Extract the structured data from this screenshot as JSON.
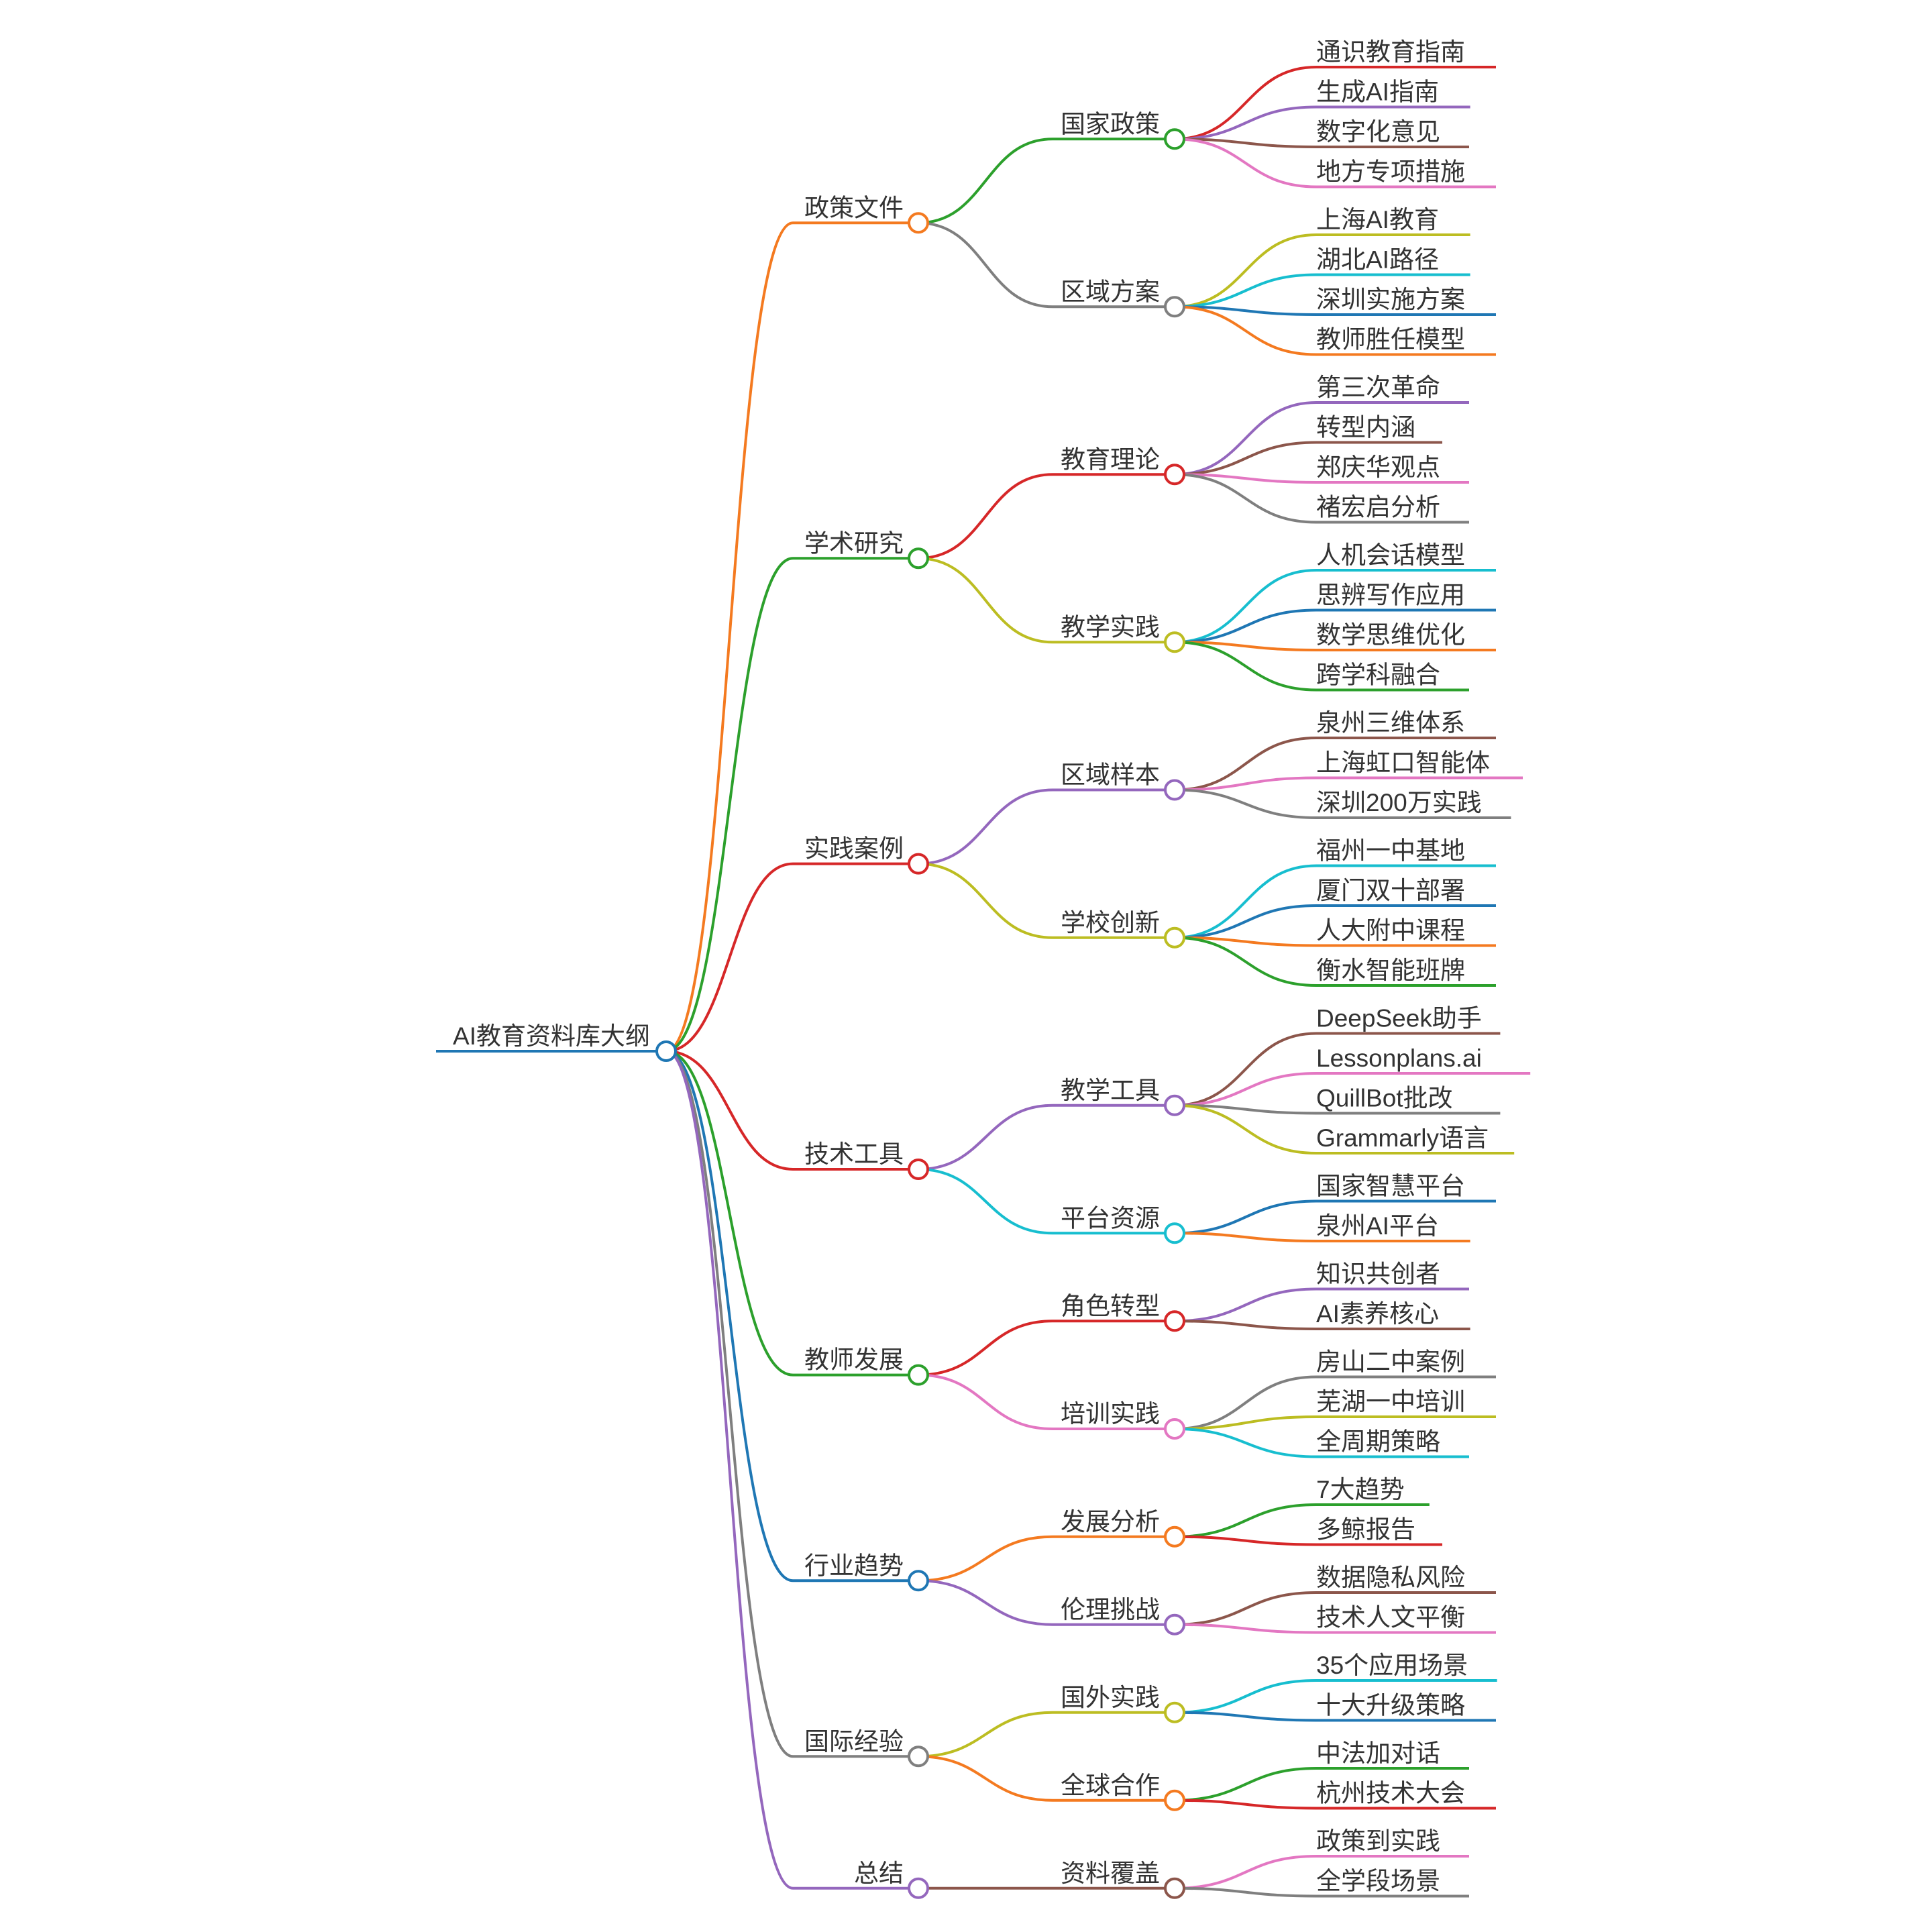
{
  "colors": {
    "orange": "#f47a20",
    "green": "#2ca02c",
    "red": "#d62728",
    "purple": "#9467bd",
    "brown": "#8c564b",
    "pink": "#e377c2",
    "gray": "#7f7f7f",
    "olive": "#bcbd22",
    "cyan": "#17becf",
    "blue": "#1f77b4"
  },
  "mindmap": {
    "label": "AI教育资料库大纲",
    "color": "blue",
    "children": [
      {
        "label": "政策文件",
        "color": "orange",
        "children": [
          {
            "label": "国家政策",
            "color": "green",
            "children": [
              {
                "label": "通识教育指南",
                "color": "red"
              },
              {
                "label": "生成AI指南",
                "color": "purple"
              },
              {
                "label": "数字化意见",
                "color": "brown"
              },
              {
                "label": "地方专项措施",
                "color": "pink"
              }
            ]
          },
          {
            "label": "区域方案",
            "color": "gray",
            "children": [
              {
                "label": "上海AI教育",
                "color": "olive"
              },
              {
                "label": "湖北AI路径",
                "color": "cyan"
              },
              {
                "label": "深圳实施方案",
                "color": "blue"
              },
              {
                "label": "教师胜任模型",
                "color": "orange"
              }
            ]
          }
        ]
      },
      {
        "label": "学术研究",
        "color": "green",
        "children": [
          {
            "label": "教育理论",
            "color": "red",
            "children": [
              {
                "label": "第三次革命",
                "color": "purple"
              },
              {
                "label": "转型内涵",
                "color": "brown"
              },
              {
                "label": "郑庆华观点",
                "color": "pink"
              },
              {
                "label": "褚宏启分析",
                "color": "gray"
              }
            ]
          },
          {
            "label": "教学实践",
            "color": "olive",
            "children": [
              {
                "label": "人机会话模型",
                "color": "cyan"
              },
              {
                "label": "思辨写作应用",
                "color": "blue"
              },
              {
                "label": "数学思维优化",
                "color": "orange"
              },
              {
                "label": "跨学科融合",
                "color": "green"
              }
            ]
          }
        ]
      },
      {
        "label": "实践案例",
        "color": "red",
        "children": [
          {
            "label": "区域样本",
            "color": "purple",
            "children": [
              {
                "label": "泉州三维体系",
                "color": "brown"
              },
              {
                "label": "上海虹口智能体",
                "color": "pink"
              },
              {
                "label": "深圳200万实践",
                "color": "gray"
              }
            ]
          },
          {
            "label": "学校创新",
            "color": "olive",
            "children": [
              {
                "label": "福州一中基地",
                "color": "cyan"
              },
              {
                "label": "厦门双十部署",
                "color": "blue"
              },
              {
                "label": "人大附中课程",
                "color": "orange"
              },
              {
                "label": "衡水智能班牌",
                "color": "green"
              }
            ]
          }
        ]
      },
      {
        "label": "技术工具",
        "color": "red",
        "children": [
          {
            "label": "教学工具",
            "color": "purple",
            "children": [
              {
                "label": "DeepSeek助手",
                "color": "brown"
              },
              {
                "label": "Lessonplans.ai",
                "color": "pink"
              },
              {
                "label": "QuillBot批改",
                "color": "gray"
              },
              {
                "label": "Grammarly语言",
                "color": "olive"
              }
            ]
          },
          {
            "label": "平台资源",
            "color": "cyan",
            "children": [
              {
                "label": "国家智慧平台",
                "color": "blue"
              },
              {
                "label": "泉州AI平台",
                "color": "orange"
              }
            ]
          }
        ]
      },
      {
        "label": "教师发展",
        "color": "green",
        "children": [
          {
            "label": "角色转型",
            "color": "red",
            "children": [
              {
                "label": "知识共创者",
                "color": "purple"
              },
              {
                "label": "AI素养核心",
                "color": "brown"
              }
            ]
          },
          {
            "label": "培训实践",
            "color": "pink",
            "children": [
              {
                "label": "房山二中案例",
                "color": "gray"
              },
              {
                "label": "芜湖一中培训",
                "color": "olive"
              },
              {
                "label": "全周期策略",
                "color": "cyan"
              }
            ]
          }
        ]
      },
      {
        "label": "行业趋势",
        "color": "blue",
        "children": [
          {
            "label": "发展分析",
            "color": "orange",
            "children": [
              {
                "label": "7大趋势",
                "color": "green"
              },
              {
                "label": "多鲸报告",
                "color": "red"
              }
            ]
          },
          {
            "label": "伦理挑战",
            "color": "purple",
            "children": [
              {
                "label": "数据隐私风险",
                "color": "brown"
              },
              {
                "label": "技术人文平衡",
                "color": "pink"
              }
            ]
          }
        ]
      },
      {
        "label": "国际经验",
        "color": "gray",
        "children": [
          {
            "label": "国外实践",
            "color": "olive",
            "children": [
              {
                "label": "35个应用场景",
                "color": "cyan"
              },
              {
                "label": "十大升级策略",
                "color": "blue"
              }
            ]
          },
          {
            "label": "全球合作",
            "color": "orange",
            "children": [
              {
                "label": "中法加对话",
                "color": "green"
              },
              {
                "label": "杭州技术大会",
                "color": "red"
              }
            ]
          }
        ]
      },
      {
        "label": "总结",
        "color": "purple",
        "children": [
          {
            "label": "资料覆盖",
            "color": "brown",
            "children": [
              {
                "label": "政策到实践",
                "color": "pink"
              },
              {
                "label": "全学段场景",
                "color": "gray"
              }
            ]
          }
        ]
      }
    ]
  }
}
